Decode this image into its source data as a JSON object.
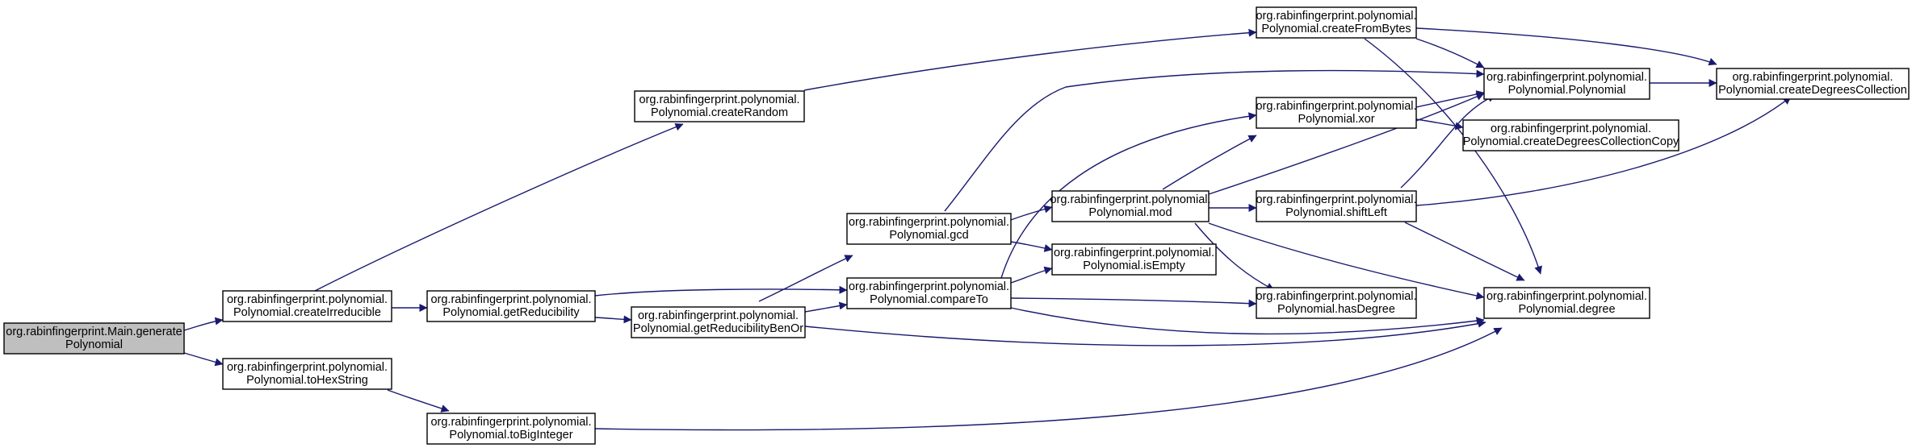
{
  "colors": {
    "edge": "#191970",
    "node_fill": "#ffffff",
    "root_fill": "#bfbfbf",
    "border": "#000000",
    "background": "#ffffff"
  },
  "nodes": {
    "main_generate": {
      "line1": "org.rabinfingerprint.Main.generate",
      "line2": "Polynomial"
    },
    "create_irreducible": {
      "line1": "org.rabinfingerprint.polynomial.",
      "line2": "Polynomial.createIrreducible"
    },
    "to_hex_string": {
      "line1": "org.rabinfingerprint.polynomial.",
      "line2": "Polynomial.toHexString"
    },
    "create_random": {
      "line1": "org.rabinfingerprint.polynomial.",
      "line2": "Polynomial.createRandom"
    },
    "get_reducibility": {
      "line1": "org.rabinfingerprint.polynomial.",
      "line2": "Polynomial.getReducibility"
    },
    "to_big_integer": {
      "line1": "org.rabinfingerprint.polynomial.",
      "line2": "Polynomial.toBigInteger"
    },
    "gcd": {
      "line1": "org.rabinfingerprint.polynomial.",
      "line2": "Polynomial.gcd"
    },
    "get_reducibility_ben_or": {
      "line1": "org.rabinfingerprint.polynomial.",
      "line2": "Polynomial.getReducibilityBenOr"
    },
    "compare_to": {
      "line1": "org.rabinfingerprint.polynomial.",
      "line2": "Polynomial.compareTo"
    },
    "mod": {
      "line1": "org.rabinfingerprint.polynomial.",
      "line2": "Polynomial.mod"
    },
    "is_empty": {
      "line1": "org.rabinfingerprint.polynomial.",
      "line2": "Polynomial.isEmpty"
    },
    "create_from_bytes": {
      "line1": "org.rabinfingerprint.polynomial.",
      "line2": "Polynomial.createFromBytes"
    },
    "xor": {
      "line1": "org.rabinfingerprint.polynomial.",
      "line2": "Polynomial.xor"
    },
    "shift_left": {
      "line1": "org.rabinfingerprint.polynomial.",
      "line2": "Polynomial.shiftLeft"
    },
    "has_degree": {
      "line1": "org.rabinfingerprint.polynomial.",
      "line2": "Polynomial.hasDegree"
    },
    "polynomial_ctor": {
      "line1": "org.rabinfingerprint.polynomial.",
      "line2": "Polynomial.Polynomial"
    },
    "create_degrees_collection_copy": {
      "line1": "org.rabinfingerprint.polynomial.",
      "line2": "Polynomial.createDegreesCollectionCopy"
    },
    "degree": {
      "line1": "org.rabinfingerprint.polynomial.",
      "line2": "Polynomial.degree"
    },
    "create_degrees_collection": {
      "line1": "org.rabinfingerprint.polynomial.",
      "line2": "Polynomial.createDegreesCollection"
    }
  }
}
